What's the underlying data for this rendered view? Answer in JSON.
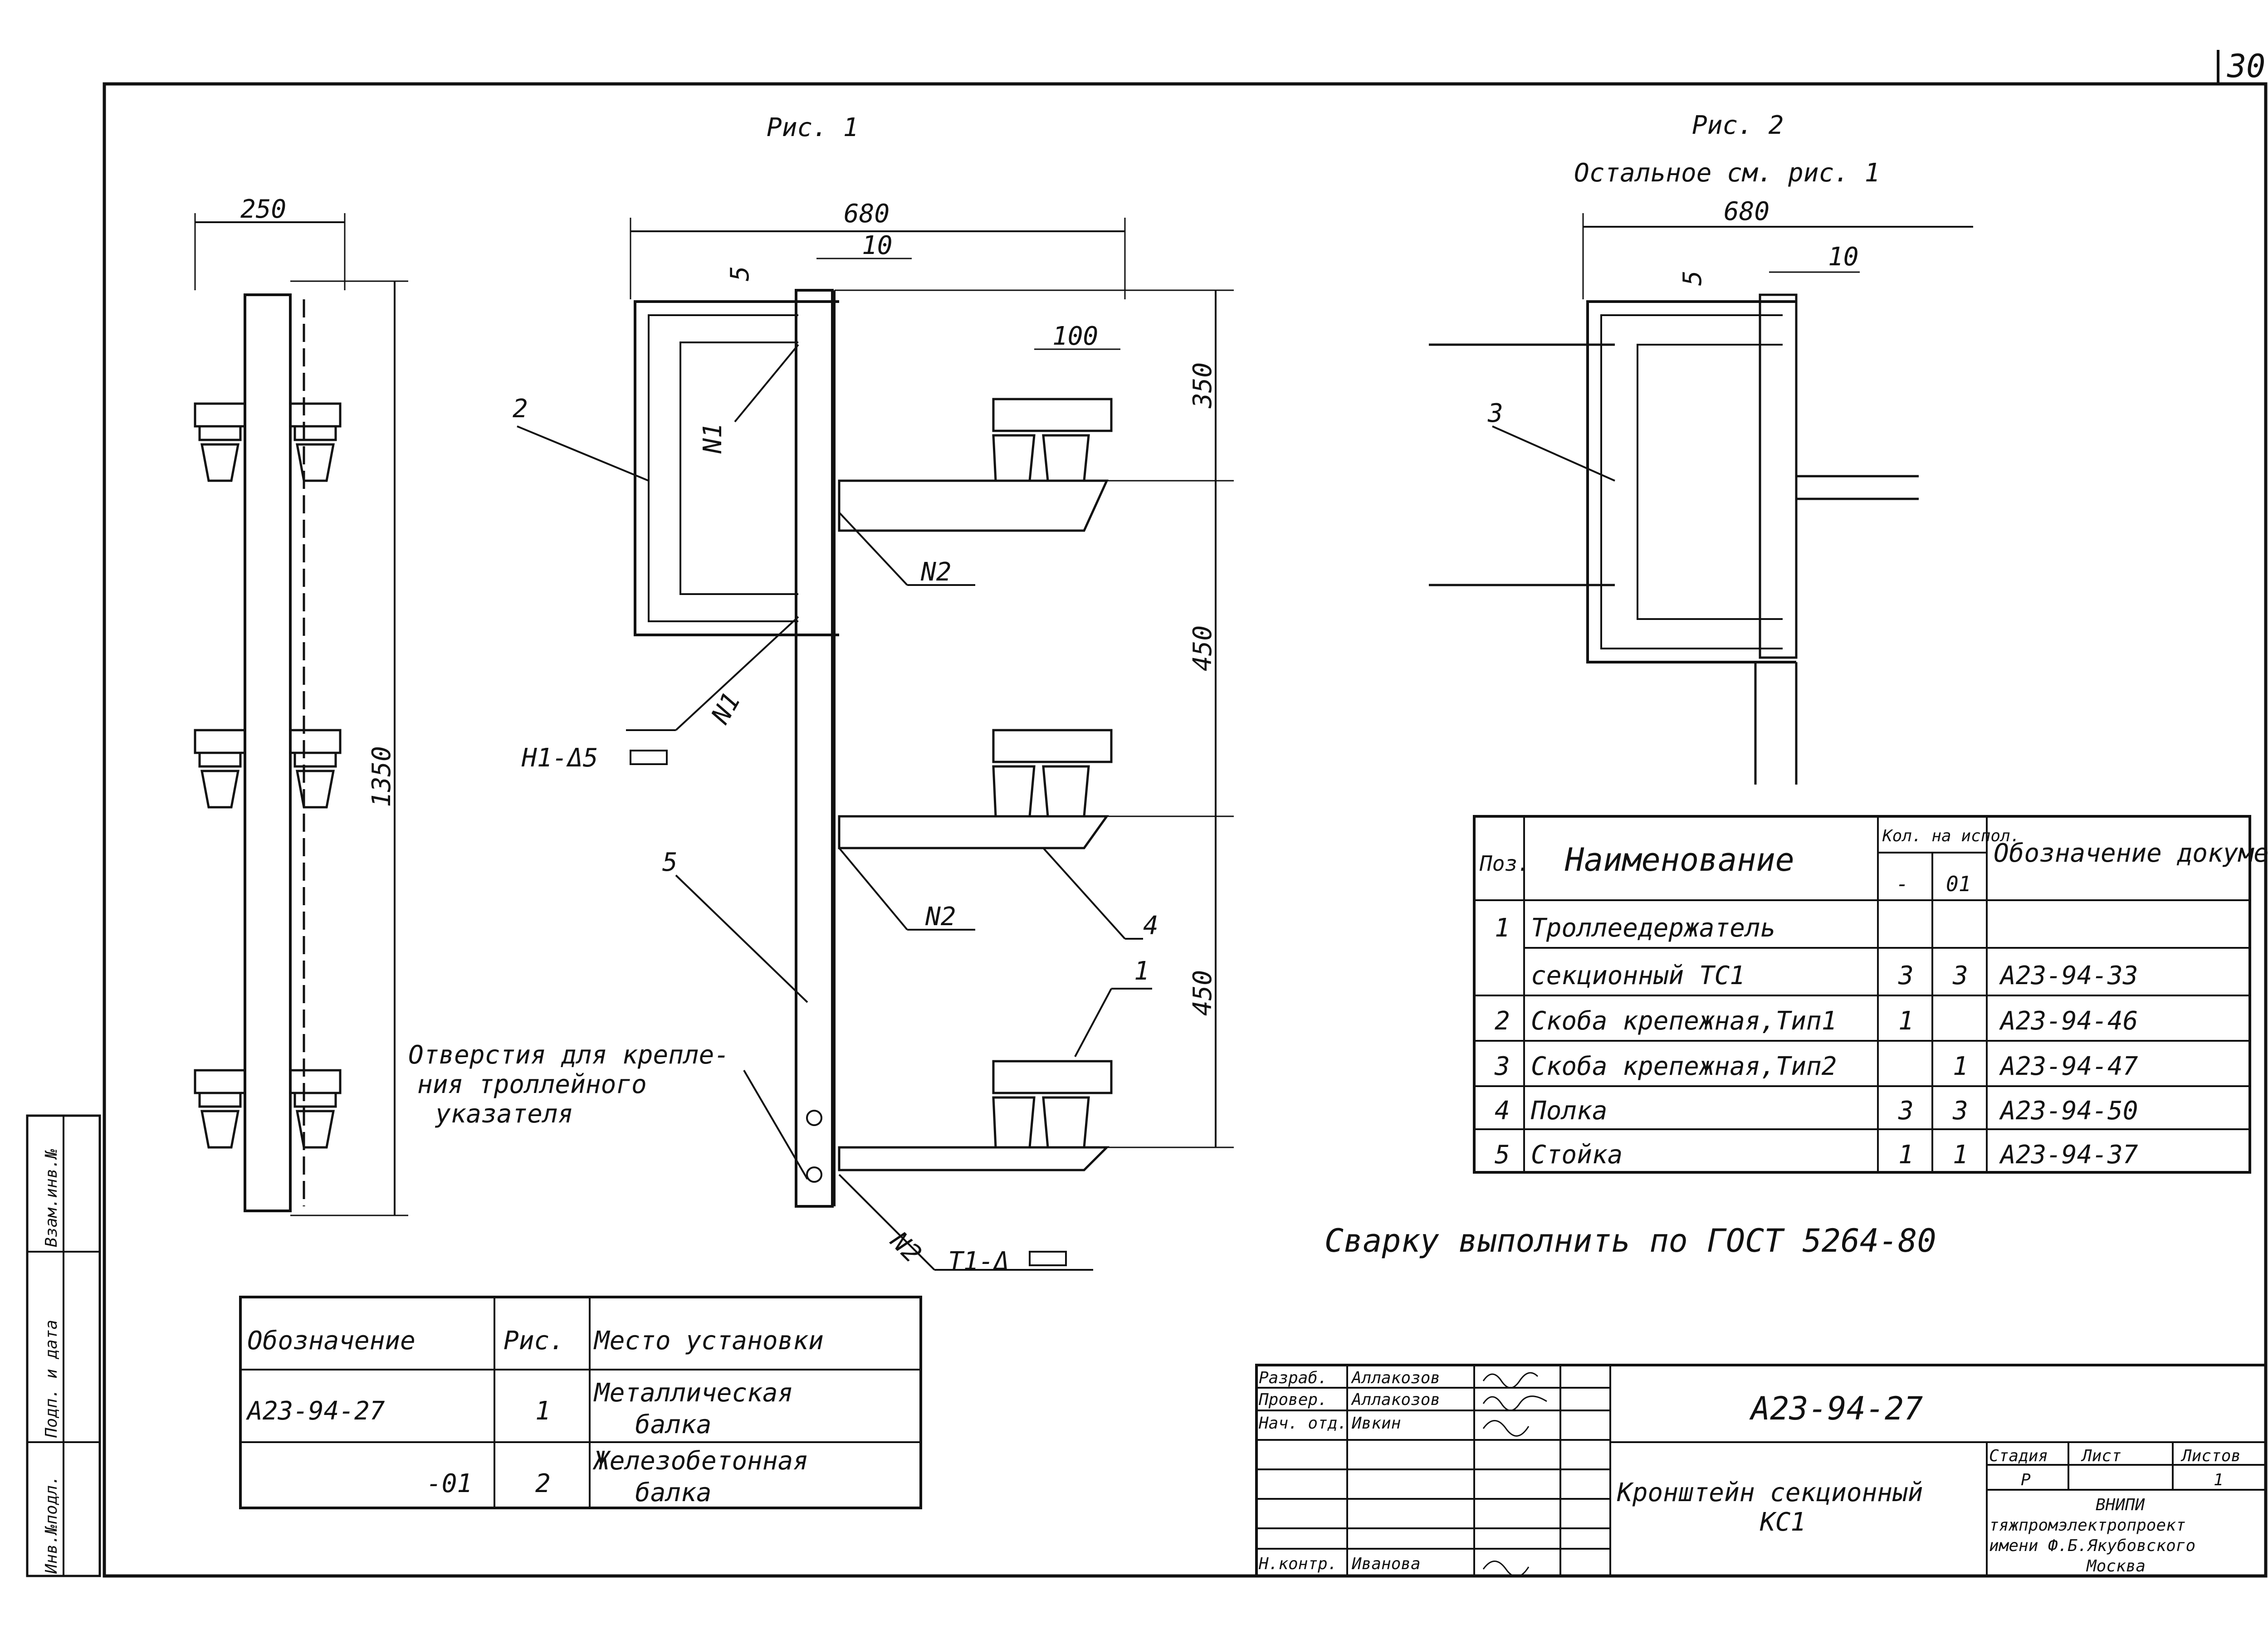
{
  "sheet": {
    "page_number": "30",
    "fig1_title": "Рис. 1",
    "fig2_title": "Рис. 2",
    "fig2_note": "Остальное см. рис. 1",
    "weld_note": "Сварку выполнить по ГОСТ 5264-80",
    "holes_note": [
      "Отверстия для крепле-",
      "ния троллейного",
      "указателя"
    ]
  },
  "dimensions": {
    "side_width": "250",
    "side_height": "1350",
    "front_width": "680",
    "front_gap": "10",
    "front_offset": "5",
    "front_pitch": "100",
    "front_top": "350",
    "front_mid": "450",
    "front_bottom": "450",
    "fig2_width": "680",
    "fig2_gap": "10",
    "fig2_offset": "5"
  },
  "callouts": {
    "pos2": "2",
    "pos3": "3",
    "pos5": "5",
    "pos1": "1",
    "pos4": "4",
    "weld_n1_top": "N1",
    "weld_n1_bottom": "N1",
    "weld_n2_a": "N2",
    "weld_n2_b": "N2",
    "weld_n2_c": "N2",
    "weld_h1": "H1-Δ5",
    "weld_t1": "T1-Δ"
  },
  "spec_table": {
    "headers": {
      "pos": "Поз.",
      "name": "Наименование",
      "qty_top": "Кол. на испол.",
      "qty_dash": "-",
      "qty_01": "01",
      "doc": "Обозначение документа"
    },
    "rows": [
      {
        "pos": "1",
        "name": "Троллеедержатель",
        "qty": "",
        "qty01": "",
        "doc": ""
      },
      {
        "pos": "",
        "name": "секционный ТС1",
        "qty": "3",
        "qty01": "3",
        "doc": "А23-94-33"
      },
      {
        "pos": "2",
        "name": "Скоба крепежная,Тип1",
        "qty": "1",
        "qty01": "",
        "doc": "А23-94-46"
      },
      {
        "pos": "3",
        "name": "Скоба крепежная,Тип2",
        "qty": "",
        "qty01": "1",
        "doc": "А23-94-47"
      },
      {
        "pos": "4",
        "name": "Полка",
        "qty": "3",
        "qty01": "3",
        "doc": "А23-94-50"
      },
      {
        "pos": "5",
        "name": "Стойка",
        "qty": "1",
        "qty01": "1",
        "doc": "А23-94-37"
      }
    ]
  },
  "variant_table": {
    "headers": {
      "code": "Обозначение",
      "fig": "Рис.",
      "place": "Место установки"
    },
    "rows": [
      {
        "code": "А23-94-27",
        "fig": "1",
        "place1": "Металлическая",
        "place2": "балка"
      },
      {
        "code": "-01",
        "fig": "2",
        "place1": "Железобетонная",
        "place2": "балка"
      }
    ]
  },
  "title_block": {
    "roles": [
      "Разраб.",
      "Провер.",
      "Нач. отд.",
      "",
      "",
      "",
      "Н.контр."
    ],
    "names": [
      "Аллакозов",
      "Аллакозов",
      "Ивкин",
      "",
      "",
      "",
      "Иванова"
    ],
    "designation": "А23-94-27",
    "title_line1": "Кронштейн секционный",
    "title_line2": "КС1",
    "stage_label": "Стадия",
    "sheet_label": "Лист",
    "sheets_label": "Листов",
    "stage_value": "Р",
    "sheets_value": "1",
    "org_line1": "ВНИПИ",
    "org_line2": "тяжпромэлектропроект",
    "org_line3": "имени Ф.Б.Якубовского",
    "org_line4": "Москва"
  },
  "margin_stamp": [
    "Инв.№подл.",
    "Подп. и дата",
    "Взам.инв.№"
  ]
}
